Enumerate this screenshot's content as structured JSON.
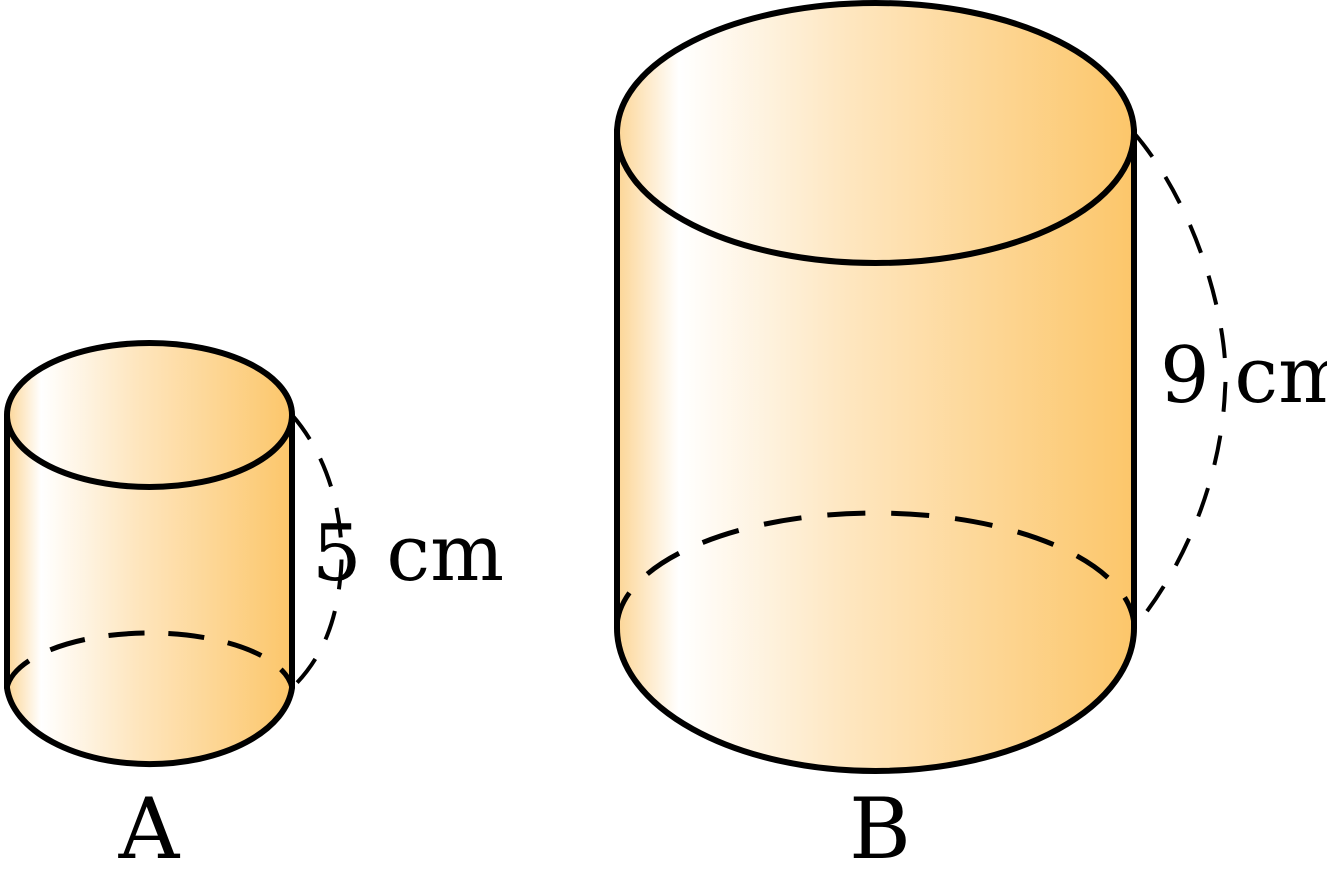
{
  "figure": {
    "cylinders": [
      {
        "id": "A",
        "label": "A",
        "height_label": "5 cm"
      },
      {
        "id": "B",
        "label": "B",
        "height_label": "9 cm"
      }
    ]
  },
  "colors": {
    "fill_light": "#ffffff",
    "fill_mid": "#fde0b0",
    "fill_dark": "#fcc66a",
    "stroke": "#000000"
  }
}
